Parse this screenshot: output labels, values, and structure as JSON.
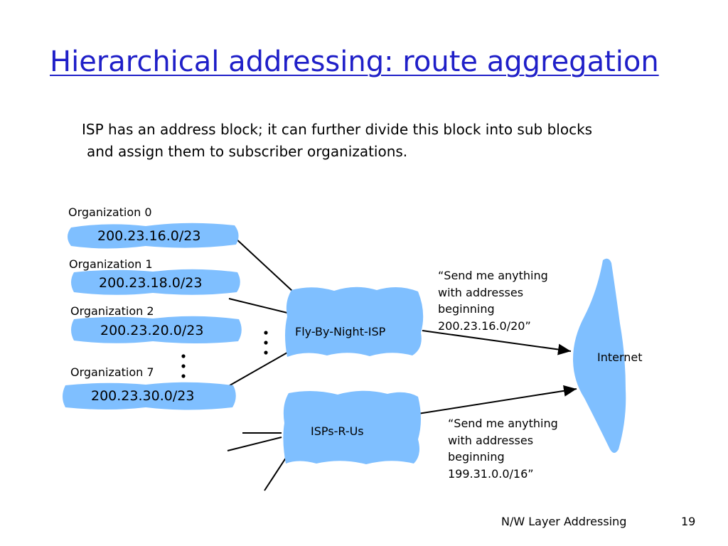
{
  "slide": {
    "title": "Hierarchical addressing: route aggregation",
    "intro_line1": "ISP has an address block; it can further divide this block into sub blocks",
    "intro_line2": "and assign them to subscriber organizations."
  },
  "organizations": [
    {
      "label": "Organization 0",
      "block": "200.23.16.0/23"
    },
    {
      "label": "Organization 1",
      "block": "200.23.18.0/23"
    },
    {
      "label": "Organization 2",
      "block": "200.23.20.0/23"
    },
    {
      "label": "Organization 7",
      "block": "200.23.30.0/23"
    }
  ],
  "isps": {
    "fly_by_night": "Fly-By-Night-ISP",
    "isps_r_us": "ISPs-R-Us"
  },
  "internet": "Internet",
  "announcements": {
    "fly_by_night": [
      "“Send me anything",
      "with addresses",
      "beginning",
      "200.23.16.0/20”"
    ],
    "isps_r_us": [
      "“Send me anything",
      "with addresses",
      "beginning",
      "199.31.0.0/16”"
    ]
  },
  "footer": {
    "section": "N/W Layer Addressing",
    "page": "19"
  },
  "colors": {
    "title": "#1f1fc8",
    "cloud_fill": "#7fbfff"
  }
}
